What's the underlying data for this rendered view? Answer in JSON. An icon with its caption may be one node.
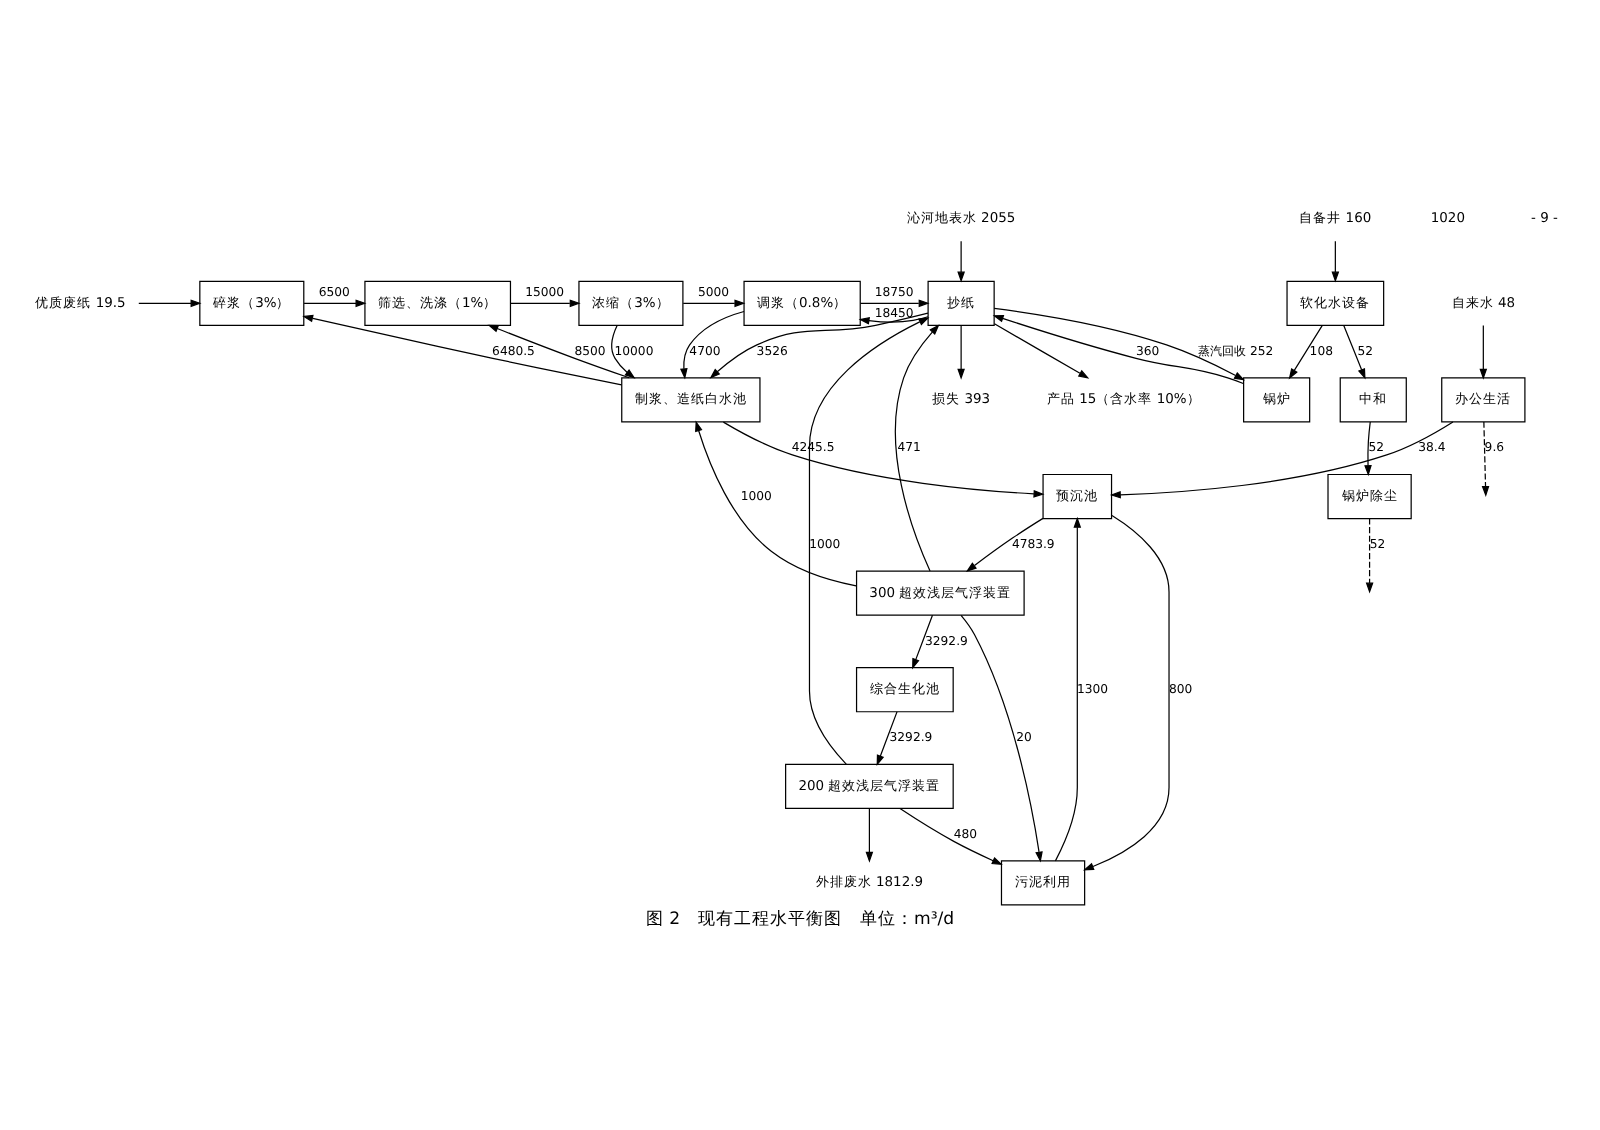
{
  "diagram": {
    "caption": "图 2　现有工程水平衡图　单位：m³/d",
    "nodes": [
      {
        "text": [
          "优质废纸 19.5"
        ]
      },
      {
        "text": [
          "碎浆（3%）"
        ]
      },
      {
        "text": [
          "筛选、洗涤（1%）"
        ]
      },
      {
        "text": [
          "浓缩（3%）"
        ]
      },
      {
        "text": [
          "调浆（0.8%）"
        ]
      },
      {
        "text": [
          "抄纸"
        ]
      },
      {
        "text": [
          "沁河地表水 2055"
        ]
      },
      {
        "text": [
          "损失 393"
        ]
      },
      {
        "text": [
          "产品 15（含水率 10%）"
        ]
      },
      {
        "text": [
          "自备井 160"
        ]
      },
      {
        "text": [
          "软化水设备"
        ]
      },
      {
        "text": [
          "制浆、造纸白水池"
        ]
      },
      {
        "text": [
          "污泥利用"
        ]
      },
      {
        "text": [
          "预沉池"
        ]
      },
      {
        "text": [
          "办公生活"
        ]
      },
      {
        "text": [
          "自来水 48"
        ]
      },
      {
        "text": [
          "锅炉"
        ]
      },
      {
        "text": [
          "中和"
        ]
      },
      {
        "text": [
          "锅炉除尘"
        ]
      },
      {
        "text": [
          "300 超效浅层气浮装置"
        ]
      },
      {
        "text": [
          "综合生化池"
        ]
      },
      {
        "text": [
          "200 超效浅层气浮装置"
        ]
      },
      {
        "text": [
          "外排废水 1812.9"
        ]
      }
    ],
    "edges": [
      {
        "from": 0,
        "to": 1,
        "arrow": "to"
      },
      {
        "from": 1,
        "to": 2,
        "arrow": "to",
        "label": "6500"
      },
      {
        "from": 2,
        "to": 3,
        "arrow": "to",
        "label": "15000"
      },
      {
        "from": 3,
        "to": 4,
        "arrow": "to",
        "label": "5000"
      },
      {
        "from": 4,
        "to": 5,
        "arrow": "to",
        "label": "18750"
      },
      {
        "from": 5,
        "to": 4,
        "arrow": "to",
        "label": "18450"
      },
      {
        "from": 6,
        "to": 5,
        "arrow": "to"
      },
      {
        "from": 5,
        "to": 7,
        "arrow": "to"
      },
      {
        "from": 5,
        "to": 8,
        "arrow": "to"
      },
      {
        "from": 11,
        "to": 1,
        "arrow": "to",
        "label": "6480.5"
      },
      {
        "from": 11,
        "to": 2,
        "arrow": "to",
        "label": "8500"
      },
      {
        "from": 3,
        "to": 11,
        "arrow": "to",
        "label": "10000"
      },
      {
        "from": 4,
        "to": 11,
        "arrow": "to",
        "label": "4700"
      },
      {
        "from": 19,
        "to": 11,
        "arrow": "to",
        "label": "1000"
      },
      {
        "from": 5,
        "to": 11,
        "arrow": "to",
        "label": "3526"
      },
      {
        "from": 11,
        "to": 13,
        "arrow": "to",
        "label": "4245.5"
      },
      {
        "from": 13,
        "to": 12,
        "arrow": "to",
        "label": "800"
      },
      {
        "from": 12,
        "to": 13,
        "arrow": "to",
        "label": "1300"
      },
      {
        "from": 14,
        "to": 13,
        "arrow": "to",
        "label": "38.4"
      },
      {
        "from": 15,
        "to": 14,
        "arrow": "to"
      },
      {
        "from": 14,
        "to": null,
        "arrow": "to",
        "label": "9.6",
        "style": "dashed"
      },
      {
        "from": 13,
        "to": 19,
        "arrow": "to",
        "label": "4783.9"
      },
      {
        "from": 19,
        "to": 12,
        "arrow": "to",
        "label": "20"
      },
      {
        "from": 19,
        "to": 5,
        "arrow": "to",
        "label": "471"
      },
      {
        "from": 5,
        "to": 16,
        "arrow": "to",
        "label": "蒸汽回收 252"
      },
      {
        "from": 16,
        "to": 5,
        "arrow": "to",
        "label": "360"
      },
      {
        "from": 9,
        "to": 10,
        "arrow": "to"
      },
      {
        "from": 10,
        "to": 16,
        "arrow": "to",
        "label": "108"
      },
      {
        "from": 10,
        "to": 17,
        "arrow": "to",
        "label": "52"
      },
      {
        "from": 17,
        "to": 18,
        "arrow": "to",
        "label": "52"
      },
      {
        "from": 18,
        "to": null,
        "arrow": "to",
        "label": "52",
        "style": "dashed"
      },
      {
        "from": 19,
        "to": 20,
        "arrow": "to",
        "label": "3292.9"
      },
      {
        "from": 20,
        "to": 21,
        "arrow": "to",
        "label": "3292.9"
      },
      {
        "from": 21,
        "to": 12,
        "arrow": "to",
        "label": "480"
      },
      {
        "from": 21,
        "to": 5,
        "arrow": "to",
        "label": "1000"
      },
      {
        "from": 21,
        "to": 22,
        "arrow": "to"
      }
    ],
    "labels": [
      "1020",
      "- 9 -"
    ]
  }
}
